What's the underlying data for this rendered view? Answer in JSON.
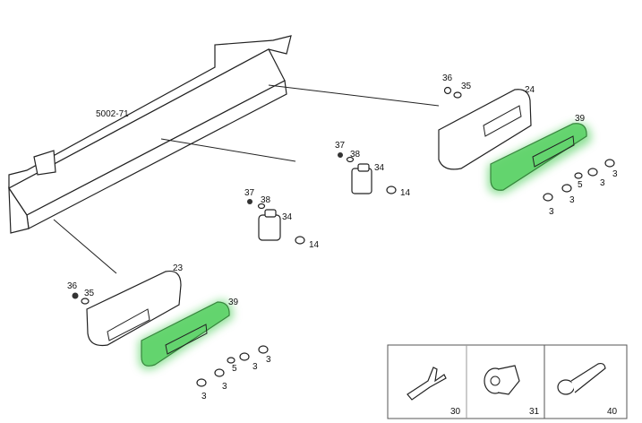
{
  "diagram": {
    "reference": "5002-71",
    "callouts": {
      "right_group": {
        "washer_nut": "36",
        "washer": "35",
        "lamp_housing": "24",
        "lens": "39",
        "bulbs": [
          "3",
          "3",
          "5",
          "3",
          "3"
        ]
      },
      "center_upper": {
        "nut": "37",
        "washer": "38",
        "lamp": "34",
        "bulb": "14"
      },
      "center_lower": {
        "nut": "37",
        "washer": "38",
        "lamp": "34",
        "bulb": "14"
      },
      "left_group": {
        "washer_nut": "36",
        "washer": "35",
        "lamp_housing": "23",
        "lens": "39",
        "bulbs": [
          "3",
          "3",
          "5",
          "3",
          "3"
        ]
      }
    },
    "inset": {
      "items": [
        {
          "label": "30"
        },
        {
          "label": "31"
        },
        {
          "label": "40"
        }
      ]
    },
    "highlight_color": "#5fd36a"
  }
}
